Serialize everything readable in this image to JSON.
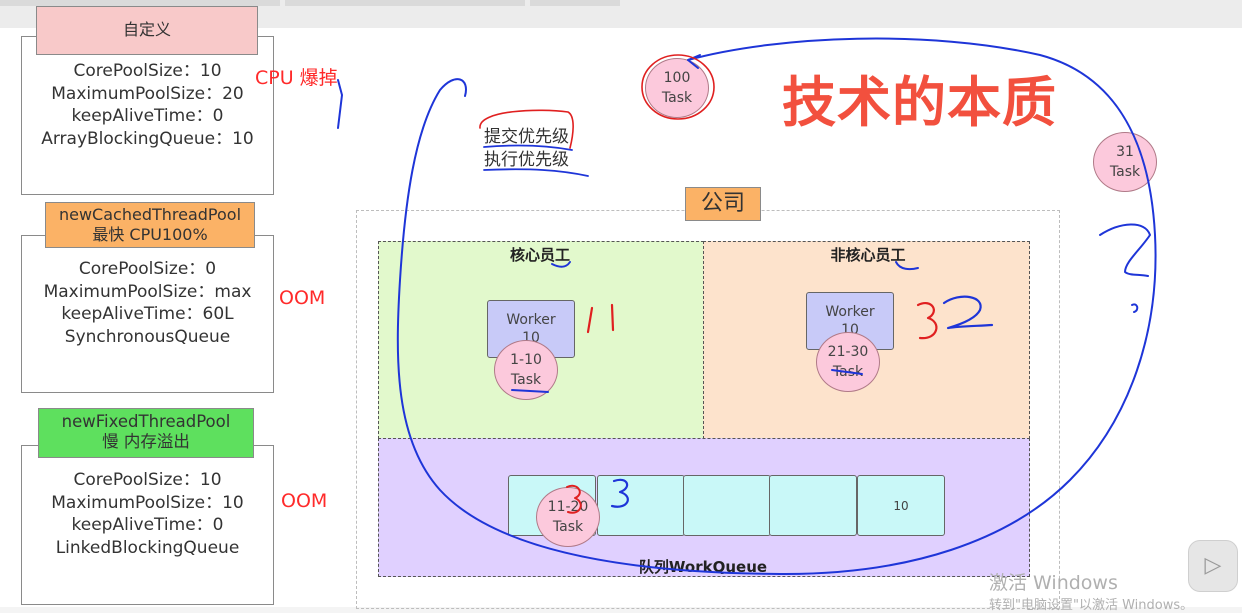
{
  "cards": [
    {
      "header": "自定义",
      "lines": [
        "CorePoolSize：10",
        "MaximumPoolSize：20",
        "keepAliveTime：0",
        "ArrayBlockingQueue：10"
      ],
      "header_color": "#f8c9c9",
      "note": "CPU 爆掉"
    },
    {
      "header_line1": "newCachedThreadPool",
      "header_line2": "最快 CPU100%",
      "lines": [
        "CorePoolSize：0",
        "MaximumPoolSize：max",
        "keepAliveTime：60L",
        "SynchronousQueue"
      ],
      "header_color": "#fbb266",
      "note": "OOM"
    },
    {
      "header_line1": "newFixedThreadPool",
      "header_line2": "慢 内存溢出",
      "lines": [
        "CorePoolSize：10",
        "MaximumPoolSize：10",
        "keepAliveTime：0",
        "LinkedBlockingQueue"
      ],
      "header_color": "#5ee05e",
      "note": "OOM"
    }
  ],
  "title": "技术的本质",
  "priority": [
    "提交优先级",
    "执行优先级"
  ],
  "company": "公司",
  "regions": {
    "core": "核心员工",
    "noncore": "非核心员工",
    "queue": "队列WorkQueue"
  },
  "workers": [
    {
      "label": "Worker",
      "count": "10"
    },
    {
      "label": "Worker",
      "count": "10"
    }
  ],
  "tasks": [
    {
      "range": "100",
      "label": "Task"
    },
    {
      "range": "31",
      "label": "Task"
    },
    {
      "range": "1-10",
      "label": "Task"
    },
    {
      "range": "21-30",
      "label": "Task"
    },
    {
      "range": "11-20",
      "label": "Task"
    }
  ],
  "queue_last_slot": "10",
  "watermark": {
    "line1": "激活 Windows",
    "line2": "转到\"电脑设置\"以激活 Windows。"
  },
  "colors": {
    "accent_red": "#f2503e",
    "note_red": "#ff2a2a",
    "ink_blue": "#1e35d8",
    "core_bg": "#e2f9cc",
    "noncore_bg": "#fde3cc",
    "queue_bg": "#e0d0ff",
    "worker_bg": "#c8caf8",
    "task_bg": "#fcc9dc",
    "slot_bg": "#c9f8f8"
  }
}
